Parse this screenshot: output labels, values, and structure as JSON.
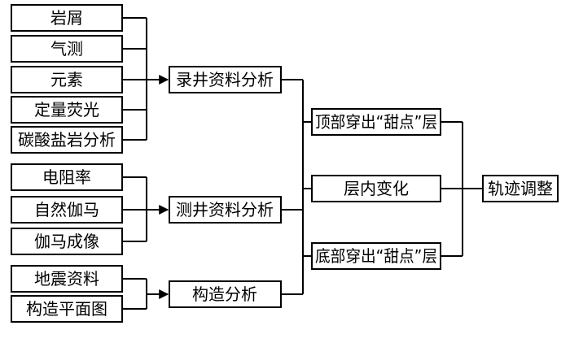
{
  "sources": {
    "logging": [
      "岩屑",
      "气测",
      "元素",
      "定量荧光",
      "碳酸盐岩分析"
    ],
    "well_logging": [
      "电阻率",
      "自然伽马",
      "伽马成像"
    ],
    "structure": [
      "地震资料",
      "构造平面图"
    ]
  },
  "analyses": {
    "logging": "录井资料分析",
    "well_logging": "测井资料分析",
    "structure": "构造分析"
  },
  "situations": {
    "top": "顶部穿出“甜点”层",
    "inside": "层内变化",
    "bottom": "底部穿出“甜点”层"
  },
  "result": "轨迹调整",
  "colors": {
    "line": "#000000",
    "box_fill": "#ffffff",
    "text": "#000000"
  }
}
